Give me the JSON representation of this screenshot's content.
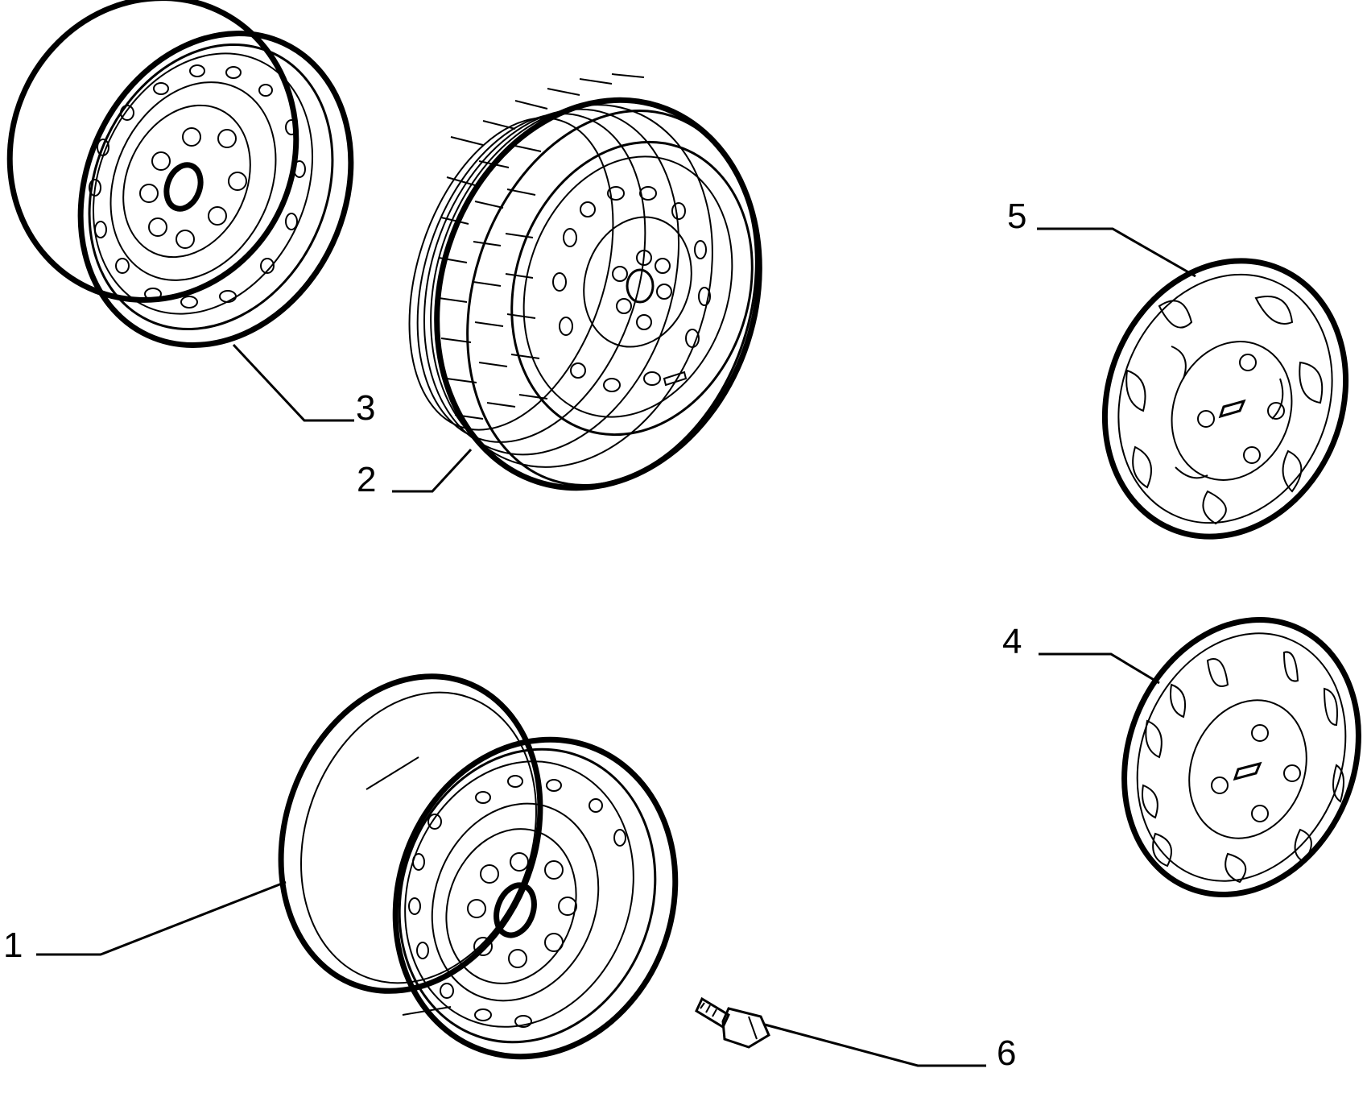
{
  "parts": [
    {
      "id": "rim-steel-callout",
      "label": "1"
    },
    {
      "id": "tyre-wheel-callout",
      "label": "2"
    },
    {
      "id": "spare-rim-callout",
      "label": "3"
    },
    {
      "id": "hubcap-a-callout",
      "label": "4"
    },
    {
      "id": "hubcap-b-callout",
      "label": "5"
    },
    {
      "id": "wheel-bolt-callout",
      "label": "6"
    }
  ]
}
